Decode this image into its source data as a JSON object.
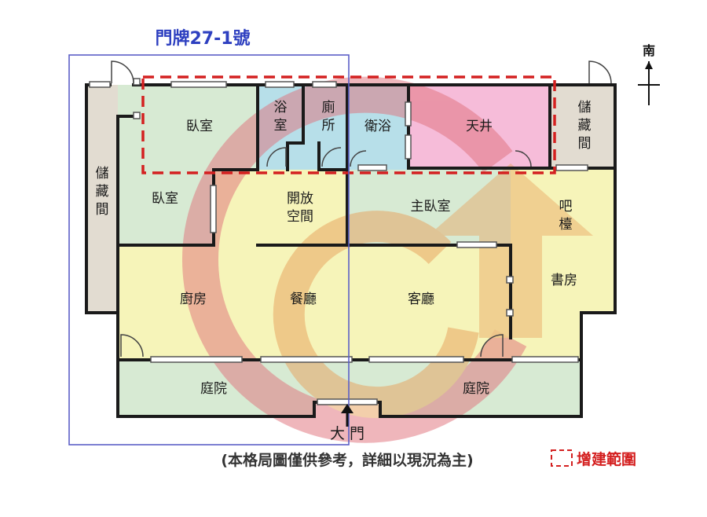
{
  "house_number": "門牌27-1號",
  "compass": {
    "direction": "南"
  },
  "rooms": {
    "bedroom_top": "臥室",
    "bath_small": "浴室",
    "toilet": "廁所",
    "bathroom": "衛浴",
    "patio": "天井",
    "storage_right": "儲藏間",
    "storage_left": "儲藏間",
    "bedroom_left": "臥室",
    "open_space": "開放空間",
    "master_bedroom": "主臥室",
    "bar": "吧檯",
    "study": "書房",
    "kitchen": "廚房",
    "dining": "餐廳",
    "living": "客廳",
    "garden_left": "庭院",
    "garden_right": "庭院",
    "main_door": "大 門"
  },
  "note": "(本格局圖僅供參考，詳細以現況為主)",
  "legend": {
    "label": "增建範圍",
    "color": "#d42020"
  },
  "colors": {
    "bedroom_green": "#d7ead3",
    "bath_blue": "#b7dfe9",
    "patio_pink": "#f6bcd9",
    "storage_beige": "#e2dcd1",
    "yellow": "#f6f4b9",
    "extension_red": "#d42020",
    "unit_outline": "#5b5fc7"
  }
}
